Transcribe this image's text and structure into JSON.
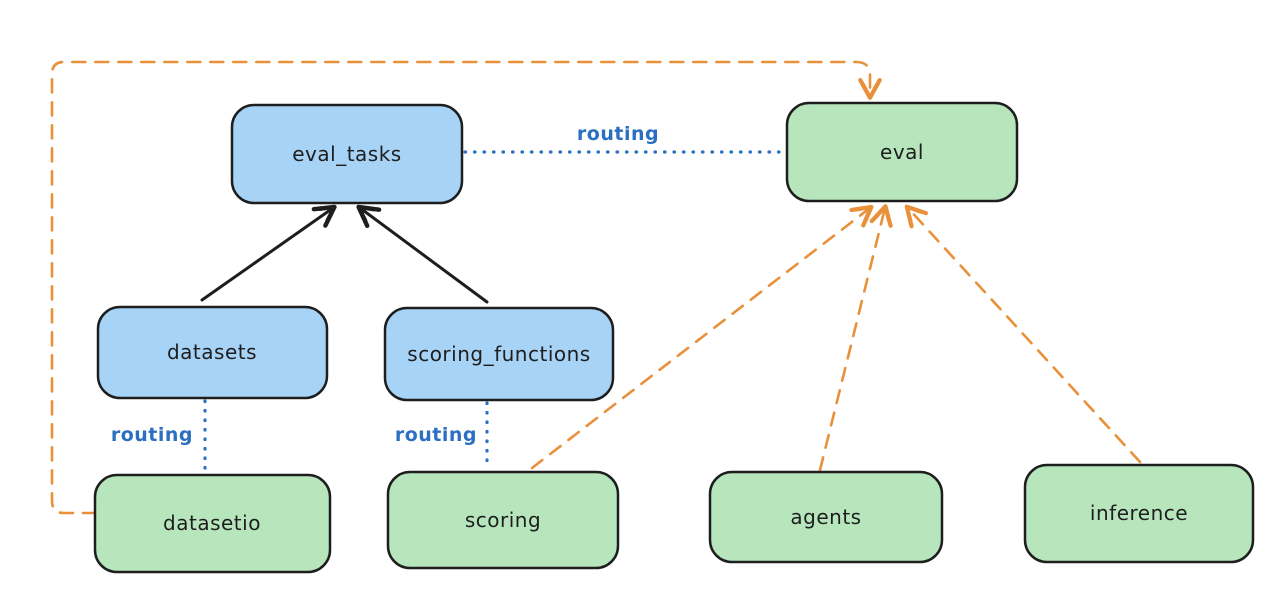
{
  "canvas": {
    "background": "#ffffff"
  },
  "colors": {
    "node_border": "#1e1e1e",
    "blue_node_fill": "#a7d3f6",
    "green_node_fill": "#b7e6bd",
    "routing_blue": "#2b6fc2",
    "orange_dashed": "#e8913a",
    "black_arrow": "#1e1e1e"
  },
  "nodes": {
    "eval_tasks": {
      "label": "eval_tasks",
      "fill": "#a7d3f6"
    },
    "eval": {
      "label": "eval",
      "fill": "#b7e6bd"
    },
    "datasets": {
      "label": "datasets",
      "fill": "#a7d3f6"
    },
    "scoring_functions": {
      "label": "scoring_functions",
      "fill": "#a7d3f6"
    },
    "datasetio": {
      "label": "datasetio",
      "fill": "#b7e6bd"
    },
    "scoring": {
      "label": "scoring",
      "fill": "#b7e6bd"
    },
    "agents": {
      "label": "agents",
      "fill": "#b7e6bd"
    },
    "inference": {
      "label": "inference",
      "fill": "#b7e6bd"
    }
  },
  "edge_labels": {
    "eval_tasks_eval": "routing",
    "datasets_datasetio": "routing",
    "scoring_functions_scoring": "routing"
  }
}
